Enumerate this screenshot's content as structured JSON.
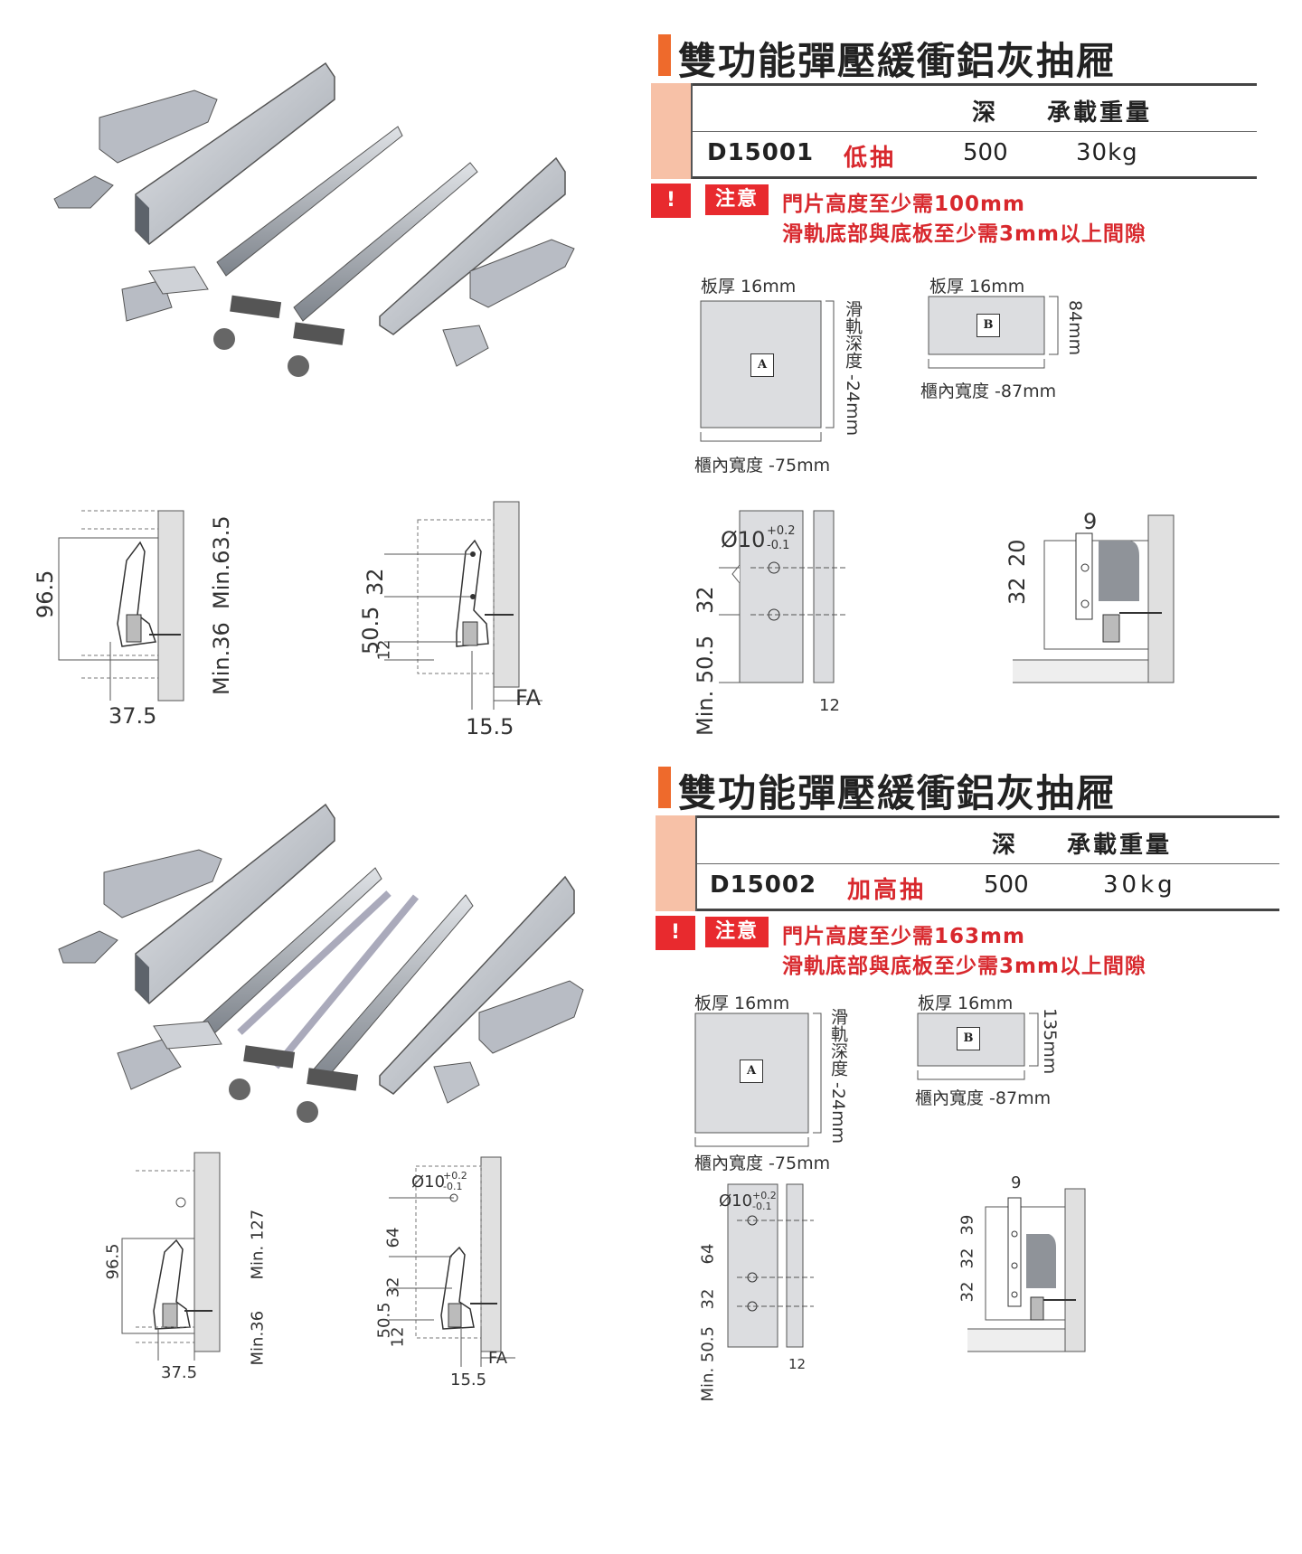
{
  "products": [
    {
      "title": "雙功能彈壓緩衝鋁灰抽屜",
      "table": {
        "headers": {
          "depth": "深",
          "load": "承載重量"
        },
        "row": {
          "model": "D15001",
          "kind": "低抽",
          "depth": "500",
          "load": "30kg"
        }
      },
      "notice": {
        "mark": "!",
        "label": "注意",
        "lines": [
          "門片高度至少需100mm",
          "滑軌底部與底板至少需3mm以上間隙"
        ]
      },
      "panel_a": {
        "thickness": "板厚 16mm",
        "box": "A",
        "depth_note": "滑軌深度 -24mm",
        "width_note": "櫃內寬度 -75mm"
      },
      "panel_b": {
        "thickness": "板厚 16mm",
        "box": "B",
        "height_note": "84mm",
        "width_note": "櫃內寬度 -87mm"
      },
      "side_dims": {
        "height": "96.5",
        "min_top": "Min.63.5",
        "min_bottom": "Min.36",
        "width": "37.5"
      },
      "rear_dims": {
        "d32": "32",
        "d505": "50.5",
        "d12": "12",
        "fa": "FA",
        "w155": "15.5"
      },
      "front_dims": {
        "hole": "Ø10",
        "tol_plus": "+0.2",
        "tol_minus": "-0.1",
        "d32": "32",
        "min505": "Min. 50.5",
        "t12": "12"
      },
      "back_dims": {
        "d9": "9",
        "d20": "20",
        "d32": "32"
      }
    },
    {
      "title": "雙功能彈壓緩衝鋁灰抽屜",
      "table": {
        "headers": {
          "depth": "深",
          "load": "承載重量"
        },
        "row": {
          "model": "D15002",
          "kind": "加高抽",
          "depth": "500",
          "load": "30kg"
        }
      },
      "notice": {
        "mark": "!",
        "label": "注意",
        "lines": [
          "門片高度至少需163mm",
          "滑軌底部與底板至少需3mm以上間隙"
        ]
      },
      "panel_a": {
        "thickness": "板厚 16mm",
        "box": "A",
        "depth_note": "滑軌深度 -24mm",
        "width_note": "櫃內寬度 -75mm"
      },
      "panel_b": {
        "thickness": "板厚 16mm",
        "box": "B",
        "height_note": "135mm",
        "width_note": "櫃內寬度 -87mm"
      },
      "side_dims": {
        "height": "96.5",
        "min_top": "Min. 127",
        "min_bottom": "Min.36",
        "width": "37.5"
      },
      "rear_dims": {
        "hole": "Ø10",
        "tol_plus": "+0.2",
        "tol_minus": "-0.1",
        "d64": "64",
        "d32": "32",
        "d505": "50.5",
        "d12": "12",
        "fa": "FA",
        "w155": "15.5"
      },
      "front_dims": {
        "hole": "Ø10",
        "tol_plus": "+0.2",
        "tol_minus": "-0.1",
        "d64": "64",
        "d32": "32",
        "min505": "Min. 50.5",
        "t12": "12"
      },
      "back_dims": {
        "d9": "9",
        "d39": "39",
        "d32a": "32",
        "d32b": "32"
      }
    }
  ],
  "colors": {
    "accent": "#ee6a2c",
    "side": "#f7c1a7",
    "warning": "#e82a2e",
    "part": "#c9cdd3"
  }
}
